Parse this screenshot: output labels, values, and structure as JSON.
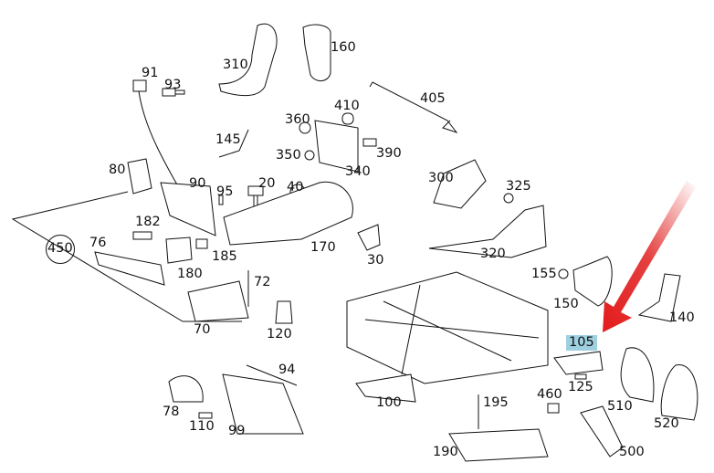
{
  "diagram": {
    "part_numbers": [
      "160",
      "310",
      "91",
      "93",
      "405",
      "410",
      "360",
      "145",
      "350",
      "390",
      "340",
      "80",
      "90",
      "300",
      "325",
      "95",
      "20",
      "40",
      "182",
      "76",
      "450",
      "170",
      "185",
      "30",
      "320",
      "180",
      "72",
      "155",
      "150",
      "140",
      "70",
      "120",
      "105",
      "94",
      "125",
      "100",
      "195",
      "460",
      "510",
      "78",
      "110",
      "99",
      "520",
      "190",
      "500"
    ],
    "highlighted_part": "105",
    "highlight_color": "#9fd0e0",
    "arrow_color": "#e02020"
  }
}
